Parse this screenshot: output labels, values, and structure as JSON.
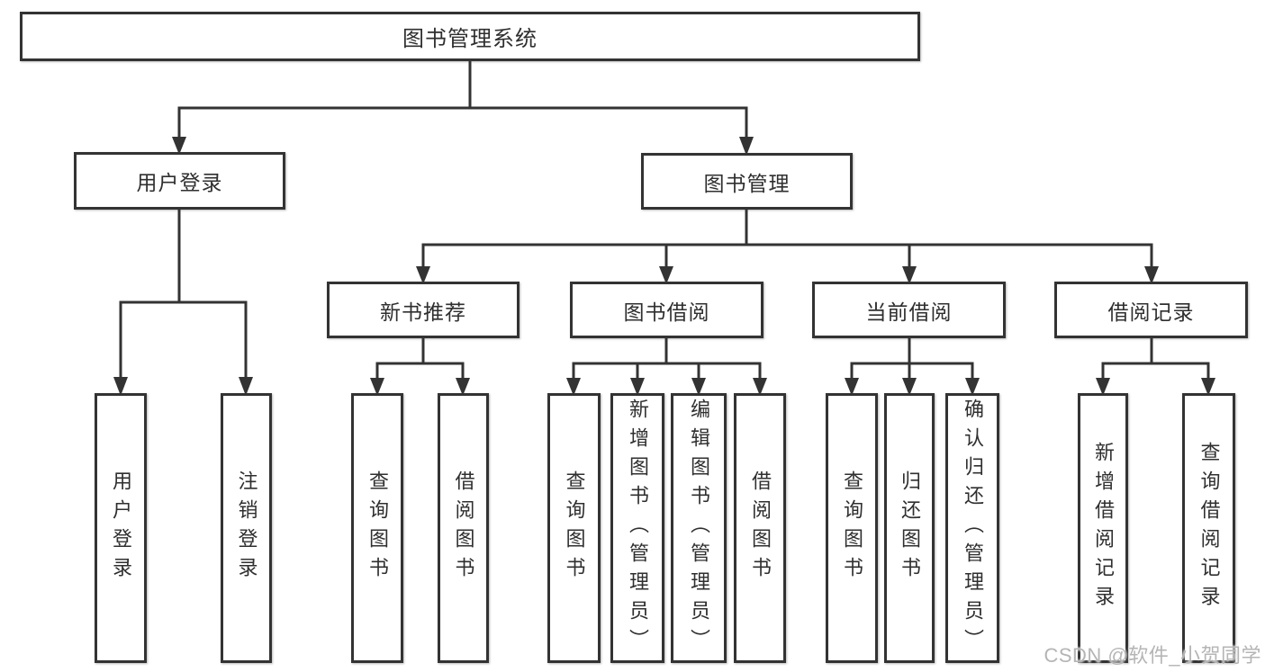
{
  "diagram": {
    "root": {
      "label": "图书管理系统"
    },
    "branches": [
      {
        "label": "用户登录",
        "leaves": [
          {
            "label": "用户登录"
          },
          {
            "label": "注销登录"
          }
        ]
      },
      {
        "label": "图书管理",
        "groups": [
          {
            "label": "新书推荐",
            "leaves": [
              {
                "label": "查询图书"
              },
              {
                "label": "借阅图书"
              }
            ]
          },
          {
            "label": "图书借阅",
            "leaves": [
              {
                "label": "查询图书"
              },
              {
                "label": "新增图书（管理员）"
              },
              {
                "label": "编辑图书（管理员）"
              },
              {
                "label": "借阅图书"
              }
            ]
          },
          {
            "label": "当前借阅",
            "leaves": [
              {
                "label": "查询图书"
              },
              {
                "label": "归还图书"
              },
              {
                "label": "确认归还（管理员）"
              }
            ]
          },
          {
            "label": "借阅记录",
            "leaves": [
              {
                "label": "新增借阅记录"
              },
              {
                "label": "查询借阅记录"
              }
            ]
          }
        ]
      }
    ],
    "watermark": "CSDN @软件_小贺同学",
    "colors": {
      "line": "#333333",
      "border": "#333333",
      "text": "#2f2f2f",
      "watermark": "#b5b5b5",
      "background": "#ffffff"
    }
  }
}
